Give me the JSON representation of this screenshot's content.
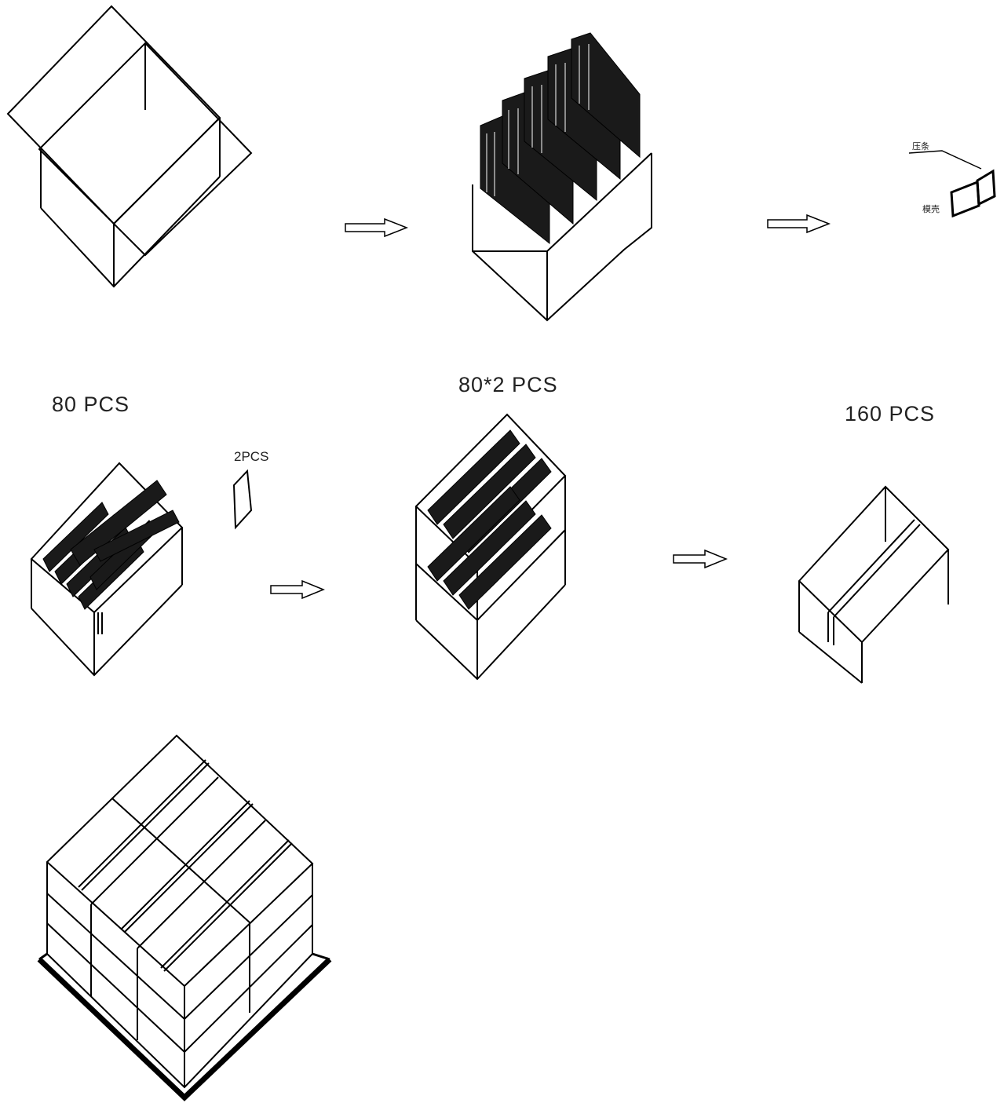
{
  "labels": {
    "step2_count": "80 PCS",
    "step3_count": "80*2 PCS",
    "step4_count": "160 PCS",
    "divider_count": "2PCS",
    "detail_label_1": "压条",
    "detail_label_2": "模壳"
  },
  "colors": {
    "line": "#000000",
    "fill_dark": "#1a1a1a",
    "background": "#ffffff"
  }
}
